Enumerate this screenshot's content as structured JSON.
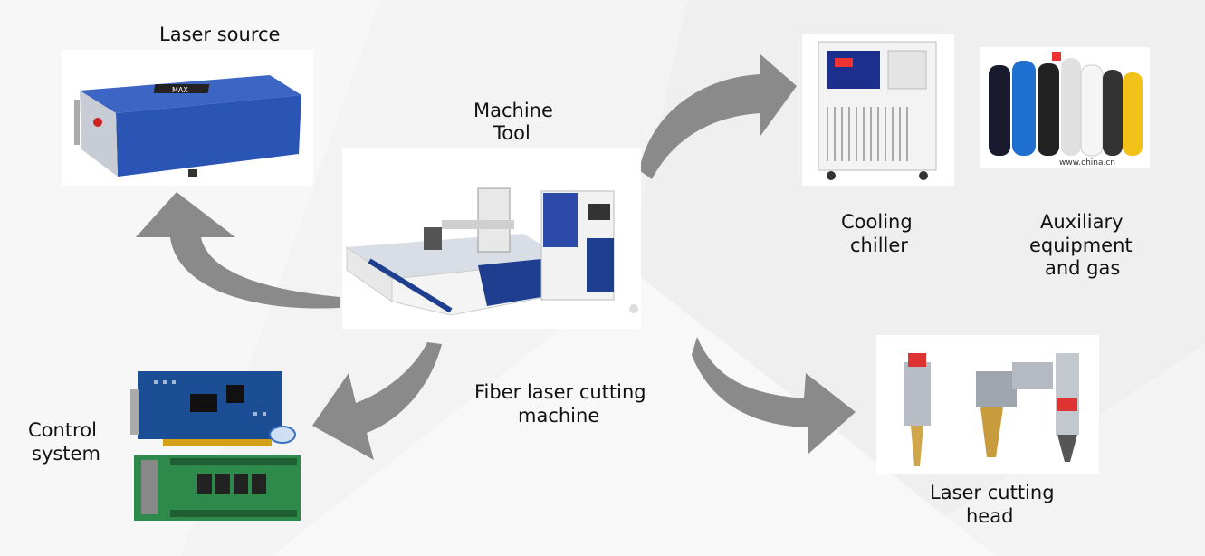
{
  "labels": {
    "laser_source": "Laser source",
    "machine_tool_line1": "Machine",
    "machine_tool_line2": "Tool",
    "cooling_line1": "Cooling",
    "cooling_line2": "chiller",
    "aux_line1": "Auxiliary",
    "aux_line2": "equipment",
    "aux_line3": "and gas",
    "center_line1": "Fiber laser cutting",
    "center_line2": "machine",
    "control_line1": "Control",
    "control_line2": "system",
    "head_line1": "Laser cutting",
    "head_line2": "head"
  },
  "photo_text": {
    "laser_brand": "MAX",
    "gas_watermark": "www.china.cn"
  },
  "colors": {
    "arrow": "#8a8a8a",
    "machine_blue": "#1e3f8f",
    "chiller_panel": "#1c2f8c",
    "board_blue": "#1b4e95",
    "board_green": "#2d8a4a"
  }
}
